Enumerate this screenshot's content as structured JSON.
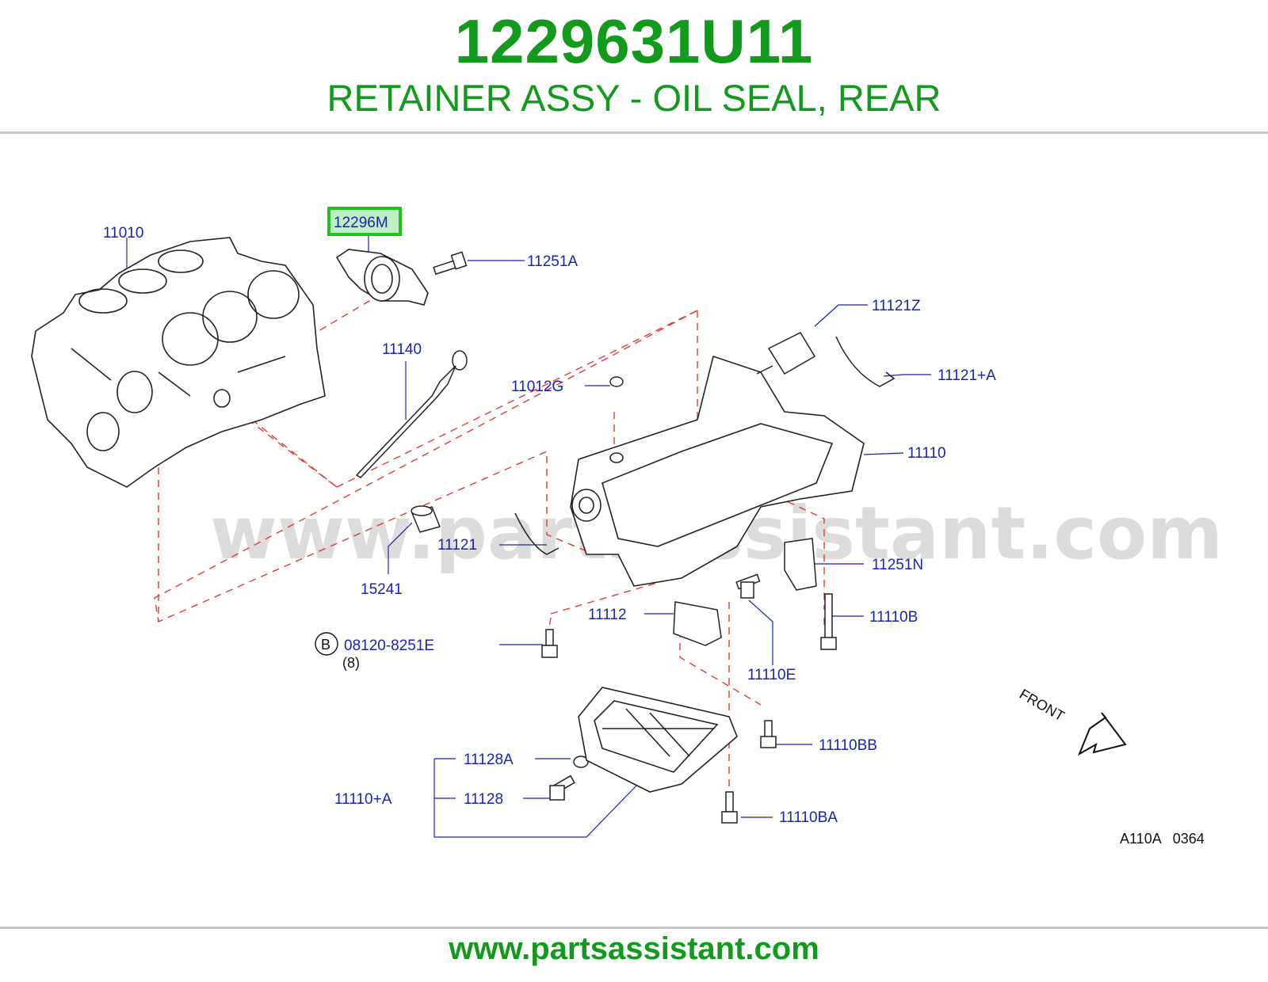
{
  "header": {
    "part_number": "1229631U11",
    "part_name": "RETAINER ASSY - OIL SEAL, REAR"
  },
  "diagram": {
    "watermark": "www.partsassistant.com",
    "highlighted_part": "12296M",
    "labels": {
      "p11010": "11010",
      "p12296M": "12296M",
      "p11251A": "11251A",
      "p11121Z": "11121Z",
      "p11140": "11140",
      "p11121A": "11121+A",
      "p11012G": "11012G",
      "p11110": "11110",
      "p11121": "11121",
      "p15241": "15241",
      "p11251N": "11251N",
      "p11112": "11112",
      "p11110B": "11110B",
      "p08120": "08120-8251E",
      "p08120_qty": "(8)",
      "p08120_marker": "B",
      "p11110E": "11110E",
      "p11110BB": "11110BB",
      "p11128A": "11128A",
      "p11110A": "11110+A",
      "p11128": "11128",
      "p11110BA": "11110BA",
      "front": "FRONT",
      "code": "A110A   0364"
    },
    "colors": {
      "label": "#1a22b4",
      "highlight_border": "#1fc21f",
      "highlight_fill": "#bff0c4",
      "dashed": "#e23a3a",
      "brand": "#129a1d"
    }
  },
  "footer": {
    "url": "www.partsassistant.com"
  }
}
